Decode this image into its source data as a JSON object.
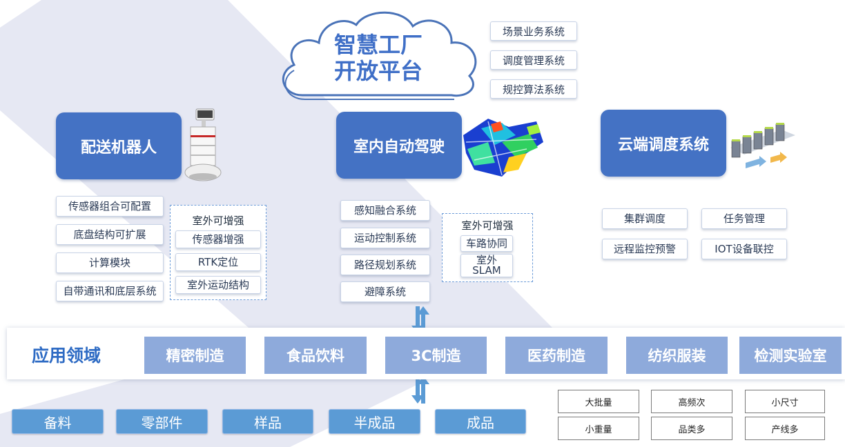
{
  "cloud": {
    "title_line1": "智慧工厂",
    "title_line2": "开放平台",
    "systems": [
      "场景业务系统",
      "调度管理系统",
      "规控算法系统"
    ]
  },
  "robot": {
    "title": "配送机器人",
    "features": [
      "传感器组合可配置",
      "底盘结构可扩展",
      "计算模块",
      "自带通讯和底层系统"
    ],
    "outdoor": {
      "title": "室外可增强",
      "items": [
        "传感器增强",
        "RTK定位",
        "室外运动结构"
      ]
    }
  },
  "driving": {
    "title": "室内自动驾驶",
    "features": [
      "感知融合系统",
      "运动控制系统",
      "路径规划系统",
      "避障系统"
    ],
    "outdoor": {
      "title": "室外可增强",
      "items": [
        "车路协同",
        "室外",
        "SLAM"
      ]
    }
  },
  "cloud_dispatch": {
    "title": "云端调度系统",
    "features": [
      "集群调度",
      "任务管理",
      "远程监控预警",
      "IOT设备联控"
    ]
  },
  "application": {
    "title": "应用领域",
    "domains": [
      "精密制造",
      "食品饮料",
      "3C制造",
      "医药制造",
      "纺织服装",
      "检测实验室"
    ]
  },
  "materials": [
    "备料",
    "零部件",
    "样品",
    "半成品",
    "成品"
  ],
  "traits": [
    "大批量",
    "高频次",
    "小尺寸",
    "小重量",
    "品类多",
    "产线多"
  ],
  "colors": {
    "hero_blue": "#4472c4",
    "domain_blue": "#8eaadb",
    "material_blue": "#5b9bd5",
    "accent_text": "#2e6bc4"
  }
}
